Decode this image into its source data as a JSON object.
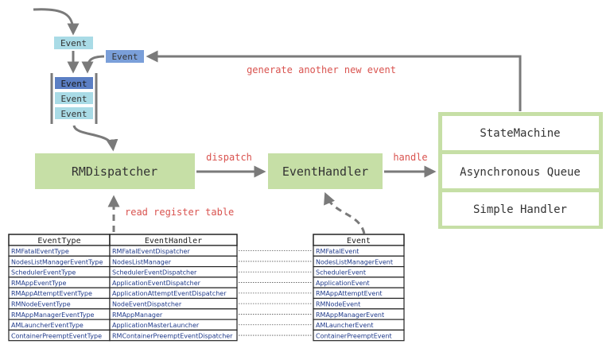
{
  "colors": {
    "box_green": "#c6dfa6",
    "box_border": "#b5d690",
    "queue_item": "#a9dbe6",
    "queue_item_dark": "#5b7fc4",
    "new_event": "#7a9fd9",
    "arrow": "#7a7a7a",
    "label_red": "#d9534f",
    "text_dark": "#333333"
  },
  "queue": {
    "incoming_event": "Event",
    "new_event": "Event",
    "items": [
      "Event",
      "Event",
      "Event"
    ]
  },
  "rm_dispatcher": {
    "label": "RMDispatcher"
  },
  "event_handler": {
    "label": "EventHandler"
  },
  "handlers": {
    "state_machine": "StateMachine",
    "async_queue": "Asynchronous Queue",
    "simple_handler": "Simple Handler"
  },
  "labels": {
    "dispatch": "dispatch",
    "handle": "handle",
    "generate": "generate another new event",
    "read_register": "read register table"
  },
  "register_table": {
    "headers": [
      "EventType",
      "EventHandler"
    ],
    "rows": [
      [
        "RMFatalEventType",
        "RMFatalEventDispatcher"
      ],
      [
        "NodesListManagerEventType",
        "NodesListManager"
      ],
      [
        "SchedulerEventType",
        "SchedulerEventDispatcher"
      ],
      [
        "RMAppEventType",
        "ApplicationEventDispatcher"
      ],
      [
        "RMAppAttemptEventType",
        "ApplicationAttemptEventDispatcher"
      ],
      [
        "RMNodeEventType",
        "NodeEventDispatcher"
      ],
      [
        "RMAppManagerEventType",
        "RMAppManager"
      ],
      [
        "AMLauncherEventType",
        "ApplicationMasterLauncher"
      ],
      [
        "ContainerPreemptEventType",
        "RMContainerPreemptEventDispatcher"
      ]
    ]
  },
  "event_table": {
    "header": "Event",
    "rows": [
      "RMFatalEvent",
      "NodesListManagerEvent",
      "SchedulerEvent",
      "ApplicationEvent",
      "RMAppAttemptEvent",
      "RMNodeEvent",
      "RMAppManagerEvent",
      "AMLauncherEvent",
      "ContainerPreemptEvent"
    ]
  }
}
